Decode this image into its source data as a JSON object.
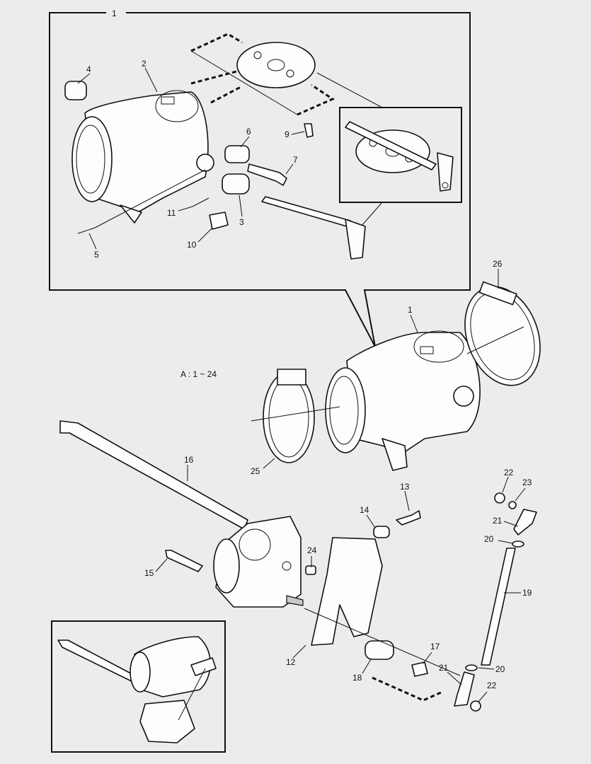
{
  "page_label": "1",
  "assembly_note": "A : 1 ~ 24",
  "callouts": {
    "c1_top": "1",
    "c1_main": "1",
    "c2": "2",
    "c3": "3",
    "c4": "4",
    "c5": "5",
    "c6": "6",
    "c7": "7",
    "c9": "9",
    "c10": "10",
    "c11": "11",
    "c12": "12",
    "c13": "13",
    "c14": "14",
    "c15": "15",
    "c16": "16",
    "c17": "17",
    "c18": "18",
    "c19": "19",
    "c20a": "20",
    "c20b": "20",
    "c21a": "21",
    "c21b": "21",
    "c22a": "22",
    "c22b": "22",
    "c23": "23",
    "c24": "24",
    "c25": "25",
    "c26": "26"
  },
  "colors": {
    "background": "#ececec",
    "ink": "#111111"
  }
}
